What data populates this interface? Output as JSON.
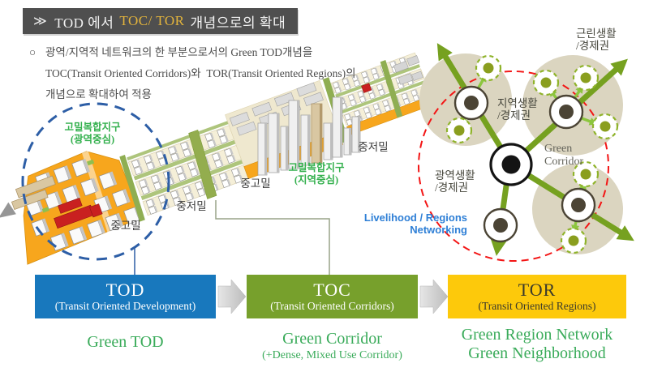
{
  "slide": {
    "header": {
      "chevron": "≫",
      "part1": "TOD 에서",
      "accent": "TOC/ TOR",
      "part2": "개념으로의 확대"
    },
    "bullet": {
      "marker": "○",
      "line1": "광역/지역적 네트워크의 한 부분으로서의 Green TOD개념을",
      "line2": "TOC(Transit Oriented Corridors)와  TOR(Transit Oriented Regions)의",
      "line3": "개념으로 확대하여 적용"
    }
  },
  "illustration": {
    "district_metro": {
      "title": "고밀복합지구",
      "subtitle": "(광역중심)"
    },
    "district_regional": {
      "title": "고밀복합지구",
      "subtitle": "(지역중심)"
    },
    "density": {
      "midhigh_left": "중고밀",
      "lowmid_left": "중저밀",
      "midhigh_center": "중고밀",
      "lowmid_right": "중저밀"
    }
  },
  "network": {
    "neighborhood": {
      "line1": "근린생활",
      "line2": "/경제권"
    },
    "regional": {
      "line1": "지역생활",
      "line2": "/경제권"
    },
    "metro": {
      "line1": "광역생활",
      "line2": "/경제권"
    },
    "corridor": {
      "line1": "Green",
      "line2": "Corridor"
    },
    "networking": {
      "line1": "Livelihood / Regions",
      "line2": "Networking"
    }
  },
  "flow": {
    "boxes": [
      {
        "abbr": "TOD",
        "full": "(Transit Oriented Development)",
        "color": "#1878bd"
      },
      {
        "abbr": "TOC",
        "full": "(Transit Oriented Corridors)",
        "color": "#77a02c"
      },
      {
        "abbr": "TOR",
        "full": "(Transit Oriented Regions)",
        "color": "#fdc90b"
      }
    ],
    "captions": [
      {
        "line1": "Green TOD",
        "line2": ""
      },
      {
        "line1": "Green Corridor",
        "line2": "(+Dense, Mixed Use Corridor)"
      },
      {
        "line1": "Green Region Network",
        "line2": "Green Neighborhood"
      }
    ]
  },
  "colors": {
    "header_bg": "#4f4f4f",
    "header_accent": "#e3b43c",
    "tod_blue": "#1878bd",
    "toc_green": "#77a02c",
    "tor_yellow": "#fdc90b",
    "caption_green": "#3aab5a",
    "district_label_green": "#33b04d",
    "networking_blue": "#2e7fd6",
    "boundary_blue": "#2d5ea6",
    "red_dashed": "#f31515",
    "corridor_olive": "#76a120",
    "satellite_green": "#8cc63e",
    "beige_zone": "#dbd5c0",
    "ground_orange": "#f7a61d"
  }
}
